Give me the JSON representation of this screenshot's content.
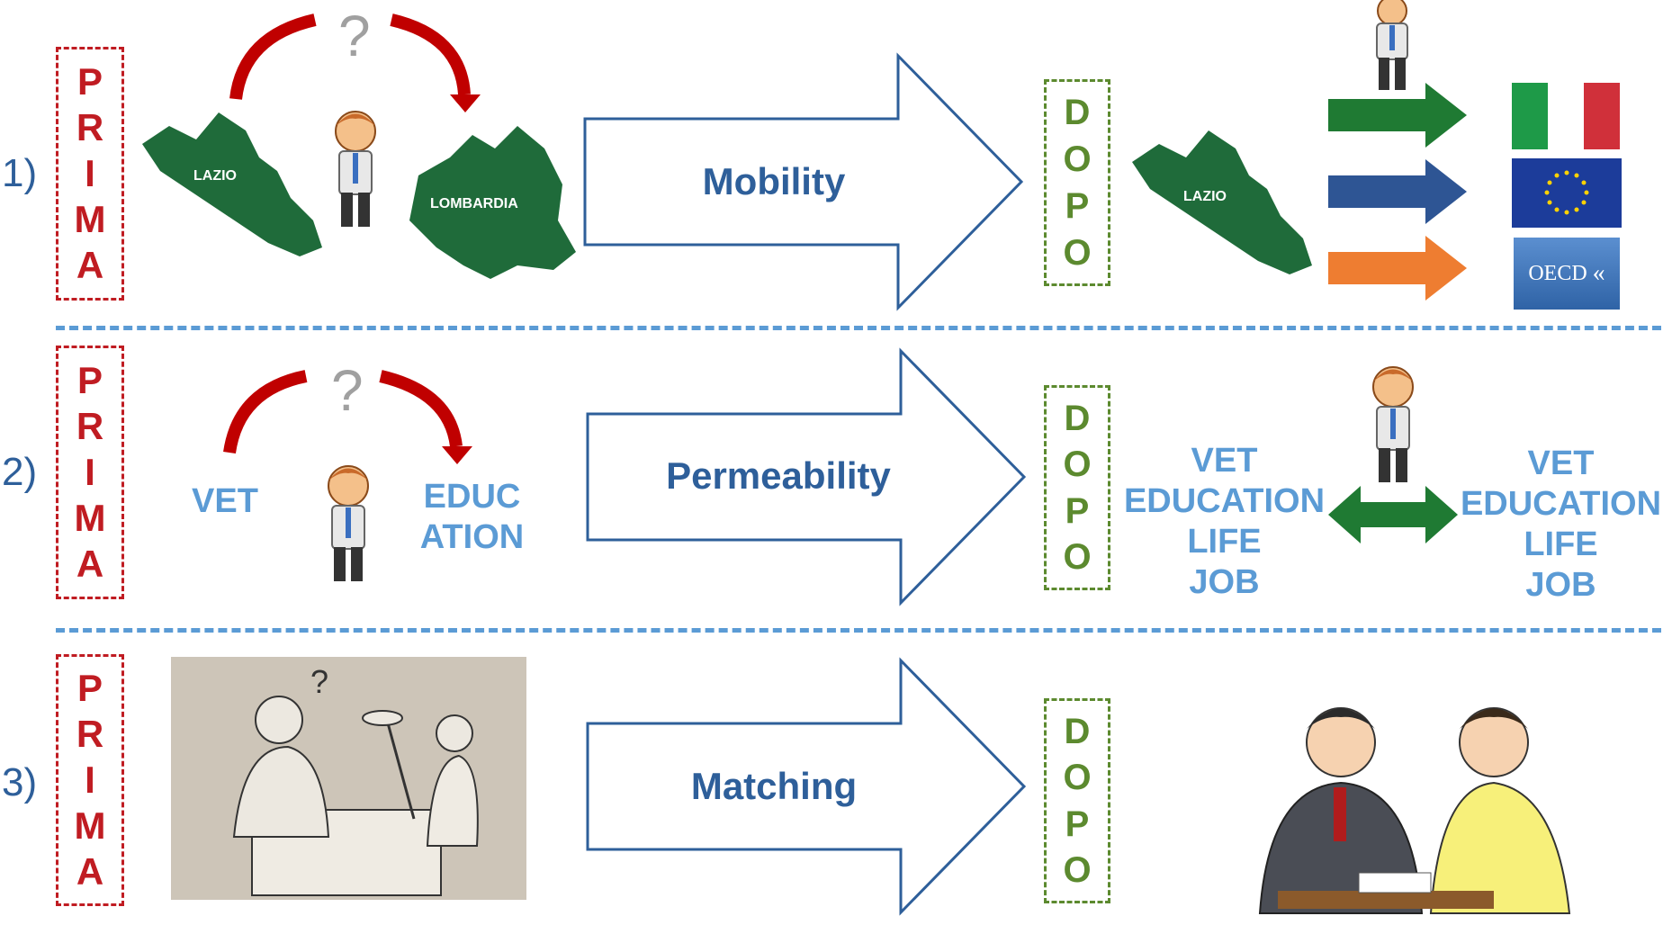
{
  "rows": [
    {
      "number": "1)",
      "arrow_label": "Mobility"
    },
    {
      "number": "2)",
      "arrow_label": "Permeability"
    },
    {
      "number": "3)",
      "arrow_label": "Matching"
    }
  ],
  "prima_letters": [
    "P",
    "R",
    "I",
    "M",
    "A"
  ],
  "dopo_letters": [
    "D",
    "O",
    "P",
    "O"
  ],
  "row1": {
    "question_mark": "?",
    "map_left_label": "LAZIO",
    "map_right_label": "LOMBARDIA",
    "dopo_map_label": "LAZIO",
    "oecd_label": "OECD"
  },
  "row2": {
    "question_mark": "?",
    "left_label": "VET",
    "right_label_line1": "EDUC",
    "right_label_line2": "ATION",
    "dopo_left": [
      "VET",
      "EDUCATION",
      "LIFE",
      "JOB"
    ],
    "dopo_right": [
      "VET",
      "EDUCATION",
      "LIFE",
      "JOB"
    ]
  },
  "row3": {
    "question_mark": "?"
  },
  "colors": {
    "prima": "#c01c22",
    "dopo": "#5c8a2f",
    "arrow_label": "#2e5f9a",
    "map_green": "#1f6b3a",
    "curve_red": "#c00000",
    "divider": "#5b9bd5",
    "arrow_green": "#1f7a33",
    "arrow_blue": "#2e5594",
    "arrow_orange": "#ee7d31"
  }
}
